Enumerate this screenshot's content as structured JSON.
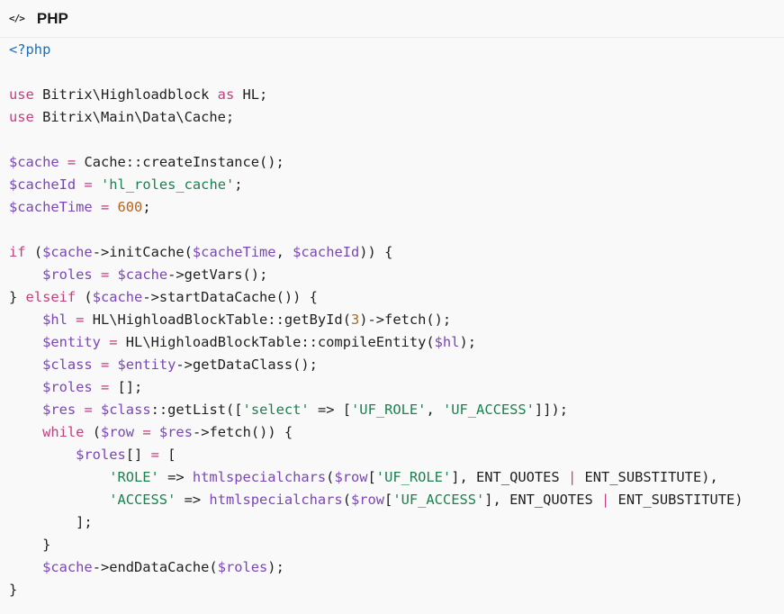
{
  "header": {
    "icon": "code-icon",
    "language": "PHP"
  },
  "colors": {
    "keyword": "#c2407e",
    "variable": "#7a46b8",
    "string": "#1d8050",
    "number": "#b5651d",
    "meta": "#1f6db5"
  },
  "code_lines": [
    [
      [
        "m",
        "<?php"
      ]
    ],
    [],
    [
      [
        "k",
        "use"
      ],
      [
        "p",
        " Bitrix\\Highloadblock "
      ],
      [
        "k",
        "as"
      ],
      [
        "p",
        " HL;"
      ]
    ],
    [
      [
        "k",
        "use"
      ],
      [
        "p",
        " Bitrix\\Main\\Data\\Cache;"
      ]
    ],
    [],
    [
      [
        "v",
        "$cache"
      ],
      [
        "p",
        " "
      ],
      [
        "o",
        "="
      ],
      [
        "p",
        " Cache::createInstance();"
      ]
    ],
    [
      [
        "v",
        "$cacheId"
      ],
      [
        "p",
        " "
      ],
      [
        "o",
        "="
      ],
      [
        "p",
        " "
      ],
      [
        "s",
        "'hl_roles_cache'"
      ],
      [
        "p",
        ";"
      ]
    ],
    [
      [
        "v",
        "$cacheTime"
      ],
      [
        "p",
        " "
      ],
      [
        "o",
        "="
      ],
      [
        "p",
        " "
      ],
      [
        "n",
        "600"
      ],
      [
        "p",
        ";"
      ]
    ],
    [],
    [
      [
        "k",
        "if"
      ],
      [
        "p",
        " ("
      ],
      [
        "v",
        "$cache"
      ],
      [
        "p",
        "->initCache("
      ],
      [
        "v",
        "$cacheTime"
      ],
      [
        "p",
        ", "
      ],
      [
        "v",
        "$cacheId"
      ],
      [
        "p",
        ")) {"
      ]
    ],
    [
      [
        "p",
        "    "
      ],
      [
        "v",
        "$roles"
      ],
      [
        "p",
        " "
      ],
      [
        "o",
        "="
      ],
      [
        "p",
        " "
      ],
      [
        "v",
        "$cache"
      ],
      [
        "p",
        "->getVars();"
      ]
    ],
    [
      [
        "p",
        "} "
      ],
      [
        "k",
        "elseif"
      ],
      [
        "p",
        " ("
      ],
      [
        "v",
        "$cache"
      ],
      [
        "p",
        "->startDataCache()) {"
      ]
    ],
    [
      [
        "p",
        "    "
      ],
      [
        "v",
        "$hl"
      ],
      [
        "p",
        " "
      ],
      [
        "o",
        "="
      ],
      [
        "p",
        " HL\\HighloadBlockTable::getById("
      ],
      [
        "n",
        "3"
      ],
      [
        "p",
        ")->fetch();"
      ]
    ],
    [
      [
        "p",
        "    "
      ],
      [
        "v",
        "$entity"
      ],
      [
        "p",
        " "
      ],
      [
        "o",
        "="
      ],
      [
        "p",
        " HL\\HighloadBlockTable::compileEntity("
      ],
      [
        "v",
        "$hl"
      ],
      [
        "p",
        ");"
      ]
    ],
    [
      [
        "p",
        "    "
      ],
      [
        "v",
        "$class"
      ],
      [
        "p",
        " "
      ],
      [
        "o",
        "="
      ],
      [
        "p",
        " "
      ],
      [
        "v",
        "$entity"
      ],
      [
        "p",
        "->getDataClass();"
      ]
    ],
    [
      [
        "p",
        "    "
      ],
      [
        "v",
        "$roles"
      ],
      [
        "p",
        " "
      ],
      [
        "o",
        "="
      ],
      [
        "p",
        " [];"
      ]
    ],
    [
      [
        "p",
        "    "
      ],
      [
        "v",
        "$res"
      ],
      [
        "p",
        " "
      ],
      [
        "o",
        "="
      ],
      [
        "p",
        " "
      ],
      [
        "v",
        "$class"
      ],
      [
        "p",
        "::getList(["
      ],
      [
        "s",
        "'select'"
      ],
      [
        "p",
        " => ["
      ],
      [
        "s",
        "'UF_ROLE'"
      ],
      [
        "p",
        ", "
      ],
      [
        "s",
        "'UF_ACCESS'"
      ],
      [
        "p",
        "]]);"
      ]
    ],
    [
      [
        "p",
        "    "
      ],
      [
        "k",
        "while"
      ],
      [
        "p",
        " ("
      ],
      [
        "v",
        "$row"
      ],
      [
        "p",
        " "
      ],
      [
        "o",
        "="
      ],
      [
        "p",
        " "
      ],
      [
        "v",
        "$res"
      ],
      [
        "p",
        "->fetch()) {"
      ]
    ],
    [
      [
        "p",
        "        "
      ],
      [
        "v",
        "$roles"
      ],
      [
        "p",
        "[] "
      ],
      [
        "o",
        "="
      ],
      [
        "p",
        " ["
      ]
    ],
    [
      [
        "p",
        "            "
      ],
      [
        "s",
        "'ROLE'"
      ],
      [
        "p",
        " => "
      ],
      [
        "f",
        "htmlspecialchars"
      ],
      [
        "p",
        "("
      ],
      [
        "v",
        "$row"
      ],
      [
        "p",
        "["
      ],
      [
        "s",
        "'UF_ROLE'"
      ],
      [
        "p",
        "], ENT_QUOTES "
      ],
      [
        "o",
        "|"
      ],
      [
        "p",
        " ENT_SUBSTITUTE),"
      ]
    ],
    [
      [
        "p",
        "            "
      ],
      [
        "s",
        "'ACCESS'"
      ],
      [
        "p",
        " => "
      ],
      [
        "f",
        "htmlspecialchars"
      ],
      [
        "p",
        "("
      ],
      [
        "v",
        "$row"
      ],
      [
        "p",
        "["
      ],
      [
        "s",
        "'UF_ACCESS'"
      ],
      [
        "p",
        "], ENT_QUOTES "
      ],
      [
        "o",
        "|"
      ],
      [
        "p",
        " ENT_SUBSTITUTE)"
      ]
    ],
    [
      [
        "p",
        "        ];"
      ]
    ],
    [
      [
        "p",
        "    }"
      ]
    ],
    [
      [
        "p",
        "    "
      ],
      [
        "v",
        "$cache"
      ],
      [
        "p",
        "->endDataCache("
      ],
      [
        "v",
        "$roles"
      ],
      [
        "p",
        ");"
      ]
    ],
    [
      [
        "p",
        "}"
      ]
    ]
  ]
}
